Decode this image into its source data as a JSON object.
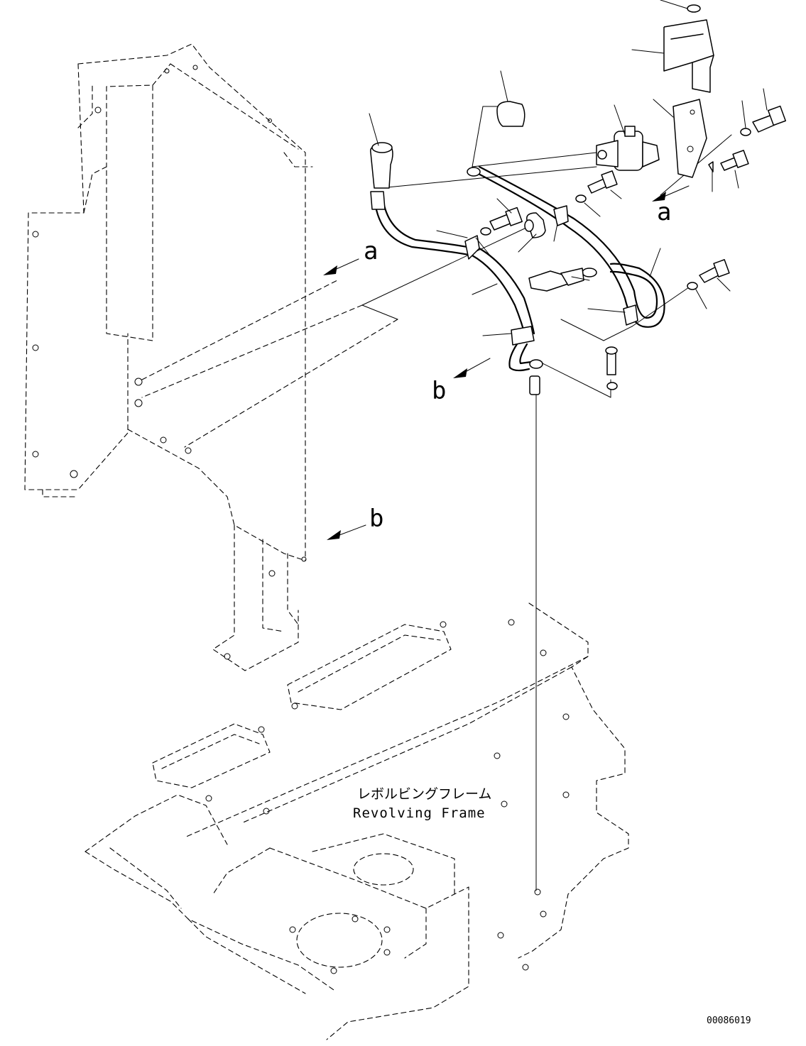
{
  "diagram": {
    "frame_label_jp": "レボルビングフレーム",
    "frame_label_en": "Revolving Frame",
    "callout_a_top": "a",
    "callout_a_left": "a",
    "callout_b_left": "b",
    "callout_b_low": "b",
    "drawing_number": "00086019"
  }
}
